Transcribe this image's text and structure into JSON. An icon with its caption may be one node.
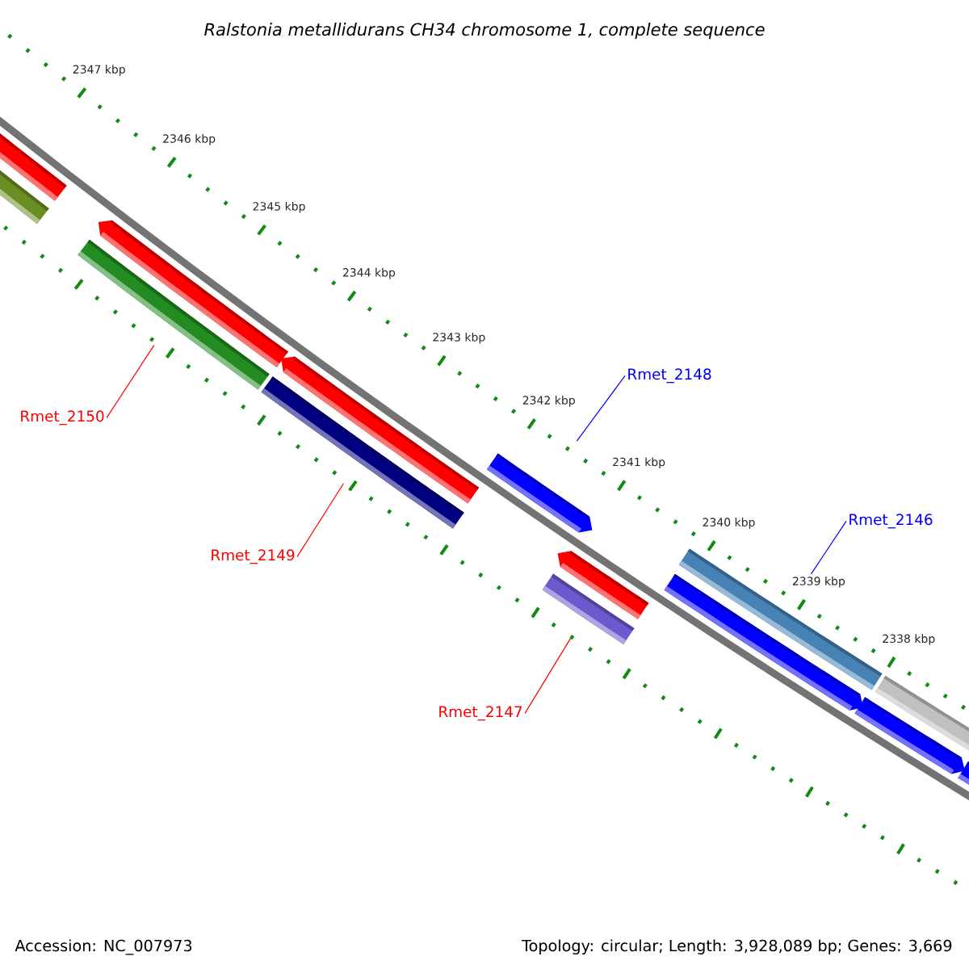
{
  "diagram": {
    "title": "Ralstonia metallidurans CH34 chromosome 1, complete sequence",
    "nodes": [
      {
        "text": [],
        "shape": "bar"
      },
      {
        "text": [],
        "shape": "bar"
      },
      {
        "text": [],
        "shape": "bar"
      },
      {
        "text": [],
        "shape": "bar"
      },
      {
        "text": [],
        "shape": "bar"
      },
      {
        "text": [],
        "shape": "bar"
      },
      {
        "text": [],
        "shape": "bar"
      },
      {
        "text": [],
        "shape": "bar"
      },
      {
        "text": [],
        "shape": "bar"
      },
      {
        "text": [],
        "shape": "bar"
      },
      {
        "text": [],
        "shape": "bar"
      },
      {
        "text": [],
        "shape": "bar"
      },
      {
        "text": [],
        "shape": "bar"
      },
      {
        "text": [],
        "shape": "bar"
      },
      {
        "text": [
          "Rmet_2150"
        ]
      },
      {
        "text": [
          "Rmet_2149"
        ]
      },
      {
        "text": [
          "Rmet_2147"
        ]
      },
      {
        "text": [
          "Rmet_2148"
        ]
      },
      {
        "text": [
          "Rmet_2146"
        ]
      }
    ],
    "edges": [
      {
        "from": 14,
        "to": 2,
        "arrow": "none"
      },
      {
        "from": 15,
        "to": 4,
        "arrow": "none"
      },
      {
        "from": 16,
        "to": 7,
        "arrow": "none"
      },
      {
        "from": 17,
        "to": 6,
        "arrow": "none",
        "color": "#0000ff"
      },
      {
        "from": 18,
        "to": 9,
        "arrow": "none",
        "color": "#0000ff"
      }
    ],
    "labels": [
      "2347 kbp",
      "2346 kbp",
      "2345 kbp",
      "2344 kbp",
      "2343 kbp",
      "2342 kbp",
      "2341 kbp",
      "2340 kbp",
      "2339 kbp",
      "2338 kbp",
      "Accession: NC_007973",
      "Topology: circular; Length: 3,928,089 bp; Genes: 3,669"
    ]
  }
}
